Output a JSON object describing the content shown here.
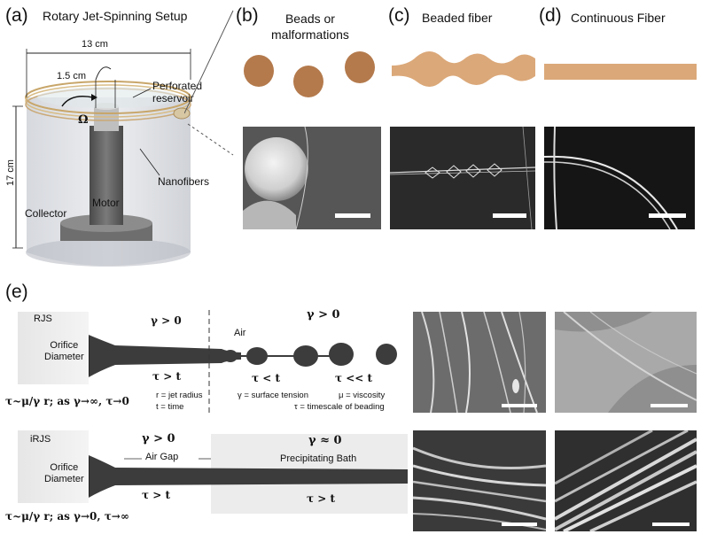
{
  "panel_a": {
    "label": "(a)",
    "title": "Rotary Jet-Spinning Setup",
    "width_label": "13 cm",
    "height_label": "17 cm",
    "offset_label": "1.5 cm",
    "reservoir_label": "Perforated\nreservoir",
    "omega": "Ω",
    "motor": "Motor",
    "nanofibers": "Nanofibers",
    "collector": "Collector"
  },
  "panel_b": {
    "label": "(b)",
    "title": "Beads or\nmalformations"
  },
  "panel_c": {
    "label": "(c)",
    "title": "Beaded fiber"
  },
  "panel_d": {
    "label": "(d)",
    "title": "Continuous Fiber"
  },
  "panel_e": {
    "label": "(e)",
    "rjs": {
      "name": "RJS",
      "orifice": "Orifice\nDiameter",
      "gamma_left": "γ > 0",
      "gamma_right": "γ > 0",
      "air": "Air",
      "tau_left": "τ > t",
      "tau_mid": "τ < t",
      "tau_right": "τ << t",
      "formula": "τ~μ/γ r; as γ→∞, τ→0",
      "r_def": "r = jet radius",
      "t_def": "t = time",
      "gamma_def": "γ = surface tension",
      "mu_def": "μ = viscosity",
      "tau_def": "τ = timescale of beading"
    },
    "irjs": {
      "name": "iRJS",
      "orifice": "Orifice\nDiameter",
      "gamma_left": "γ > 0",
      "air_gap": "Air Gap",
      "gamma_right": "γ ≈ 0",
      "bath": "Precipitating Bath",
      "tau_left": "τ > t",
      "tau_right": "τ > t",
      "formula": "τ~μ/γ r; as γ→0, τ→∞"
    }
  },
  "colors": {
    "bead": "#b47a4c",
    "fiber": "#dba879",
    "jet": "#3c3c3c",
    "micro_dark": "#2b2b2b",
    "micro_gray": "#7a7a7a"
  }
}
